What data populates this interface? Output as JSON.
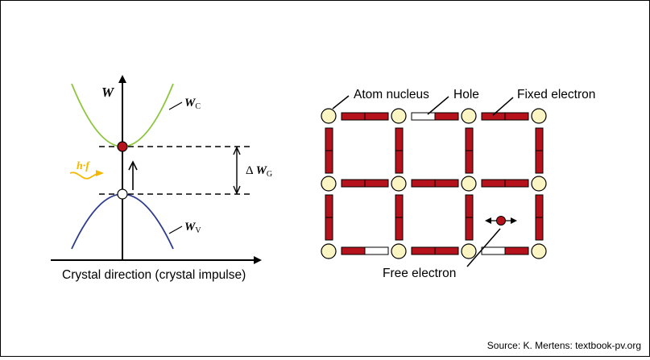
{
  "band_diagram": {
    "y_axis_label": "W",
    "conduction_label_main": "W",
    "conduction_label_sub": "C",
    "valence_label_main": "W",
    "valence_label_sub": "V",
    "gap_label_prefix": "Δ ",
    "gap_label_main": "W",
    "gap_label_sub": "G",
    "photon_label": "h·f",
    "x_axis_label": "Crystal direction (crystal impulse)"
  },
  "lattice_diagram": {
    "atom_label": "Atom nucleus",
    "hole_label": "Hole",
    "fixed_electron_label": "Fixed electron",
    "free_electron_label": "Free electron"
  },
  "colors": {
    "conduction_curve": "#8dc63f",
    "valence_curve": "#2e3d8f",
    "electron": "#b5121b",
    "photon": "#f5b800",
    "atom_fill": "#fbf5c4"
  },
  "footer": {
    "source": "Source: K. Mertens: textbook-pv.org"
  }
}
